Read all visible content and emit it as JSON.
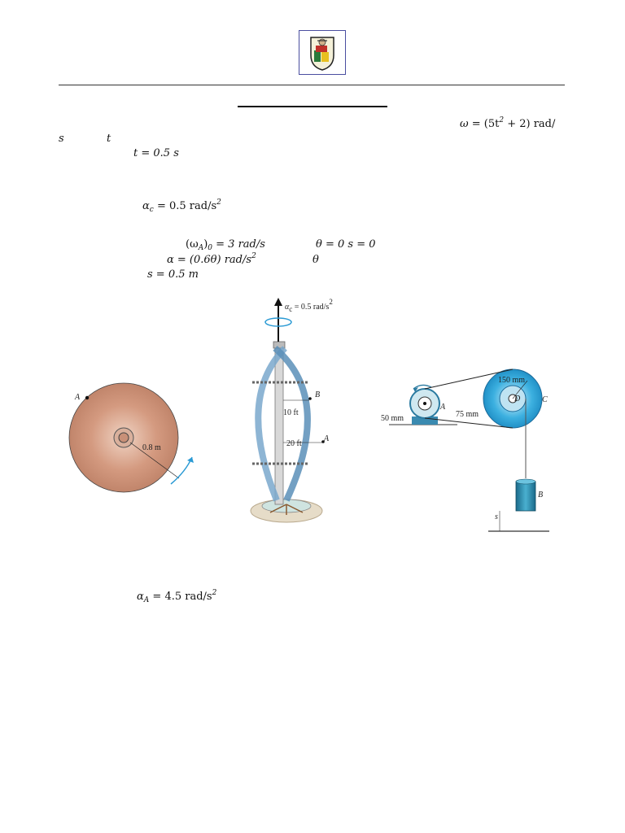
{
  "header": {
    "logo_icon": "university-crest-icon"
  },
  "equations": {
    "omega_lhs": "ω",
    "omega_rhs": "= (5t",
    "omega_exp": "2",
    "omega_tail": "+ 2) rad/",
    "s_unit": "s",
    "t_var": "t",
    "t_value": "t  =  0.5 s",
    "alpha_c_sym": "α",
    "alpha_c_sub": "c",
    "alpha_c_rhs": "= 0.5 rad/s",
    "alpha_c_exp": "2",
    "omega_a0": "(ω",
    "omega_a0_sub": "A",
    "omega_a0_rhs": ")",
    "omega_a0_sub0": "0",
    "omega_a0_val": "= 3 rad/s",
    "theta_zero": "θ = 0  s  =  0",
    "alpha_theta": "α = (0.6θ) rad/s",
    "alpha_theta_exp": "2",
    "theta_var": "θ",
    "s_value": "s  =  0.5 m",
    "alpha_a_sym": "α",
    "alpha_a_sub": "A",
    "alpha_a_rhs": "= 4.5 rad/s",
    "alpha_a_exp": "2"
  },
  "figures": {
    "disk": {
      "point_label": "A",
      "radius_label": "0.8 m"
    },
    "turbine": {
      "alpha_label": "α",
      "alpha_sub": "c",
      "alpha_value": "= 0.5 rad/s",
      "alpha_exp": "2",
      "point_b": "B",
      "point_a": "A",
      "dim_10": "10 ft",
      "dim_20": "20 ft"
    },
    "pulley": {
      "r150": "150 mm",
      "point_d": "D",
      "point_c": "C",
      "point_a": "A",
      "r50": "50 mm",
      "r75": "75 mm",
      "point_b": "B",
      "s_label": "s"
    }
  }
}
